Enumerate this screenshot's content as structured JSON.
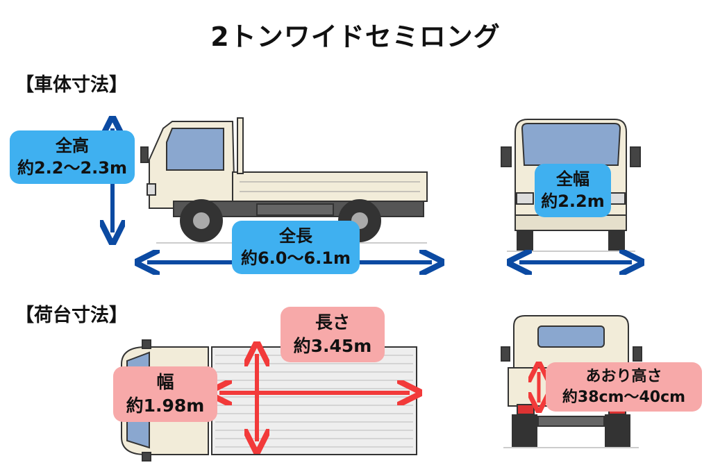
{
  "title": "2トンワイドセミロング",
  "sections": {
    "body_dims": "【車体寸法】",
    "bed_dims": "【荷台寸法】"
  },
  "labels": {
    "height": {
      "name": "全高",
      "value": "約2.2〜2.3m"
    },
    "length": {
      "name": "全長",
      "value": "約6.0〜6.1m"
    },
    "width": {
      "name": "全幅",
      "value": "約2.2m"
    },
    "bed_length": {
      "name": "長さ",
      "value": "約3.45m"
    },
    "bed_width": {
      "name": "幅",
      "value": "約1.98m"
    },
    "gate_height": {
      "name": "あおり高さ",
      "value": "約38cm〜40cm"
    }
  },
  "colors": {
    "blue_arrow": "#0b4aa2",
    "blue_label": "#3fb0f0",
    "red_arrow": "#f23a3a",
    "red_label": "#f7a9a9",
    "truck_body": "#f2ecd9",
    "truck_window": "#8aa7cf",
    "truck_outline": "#333333"
  }
}
